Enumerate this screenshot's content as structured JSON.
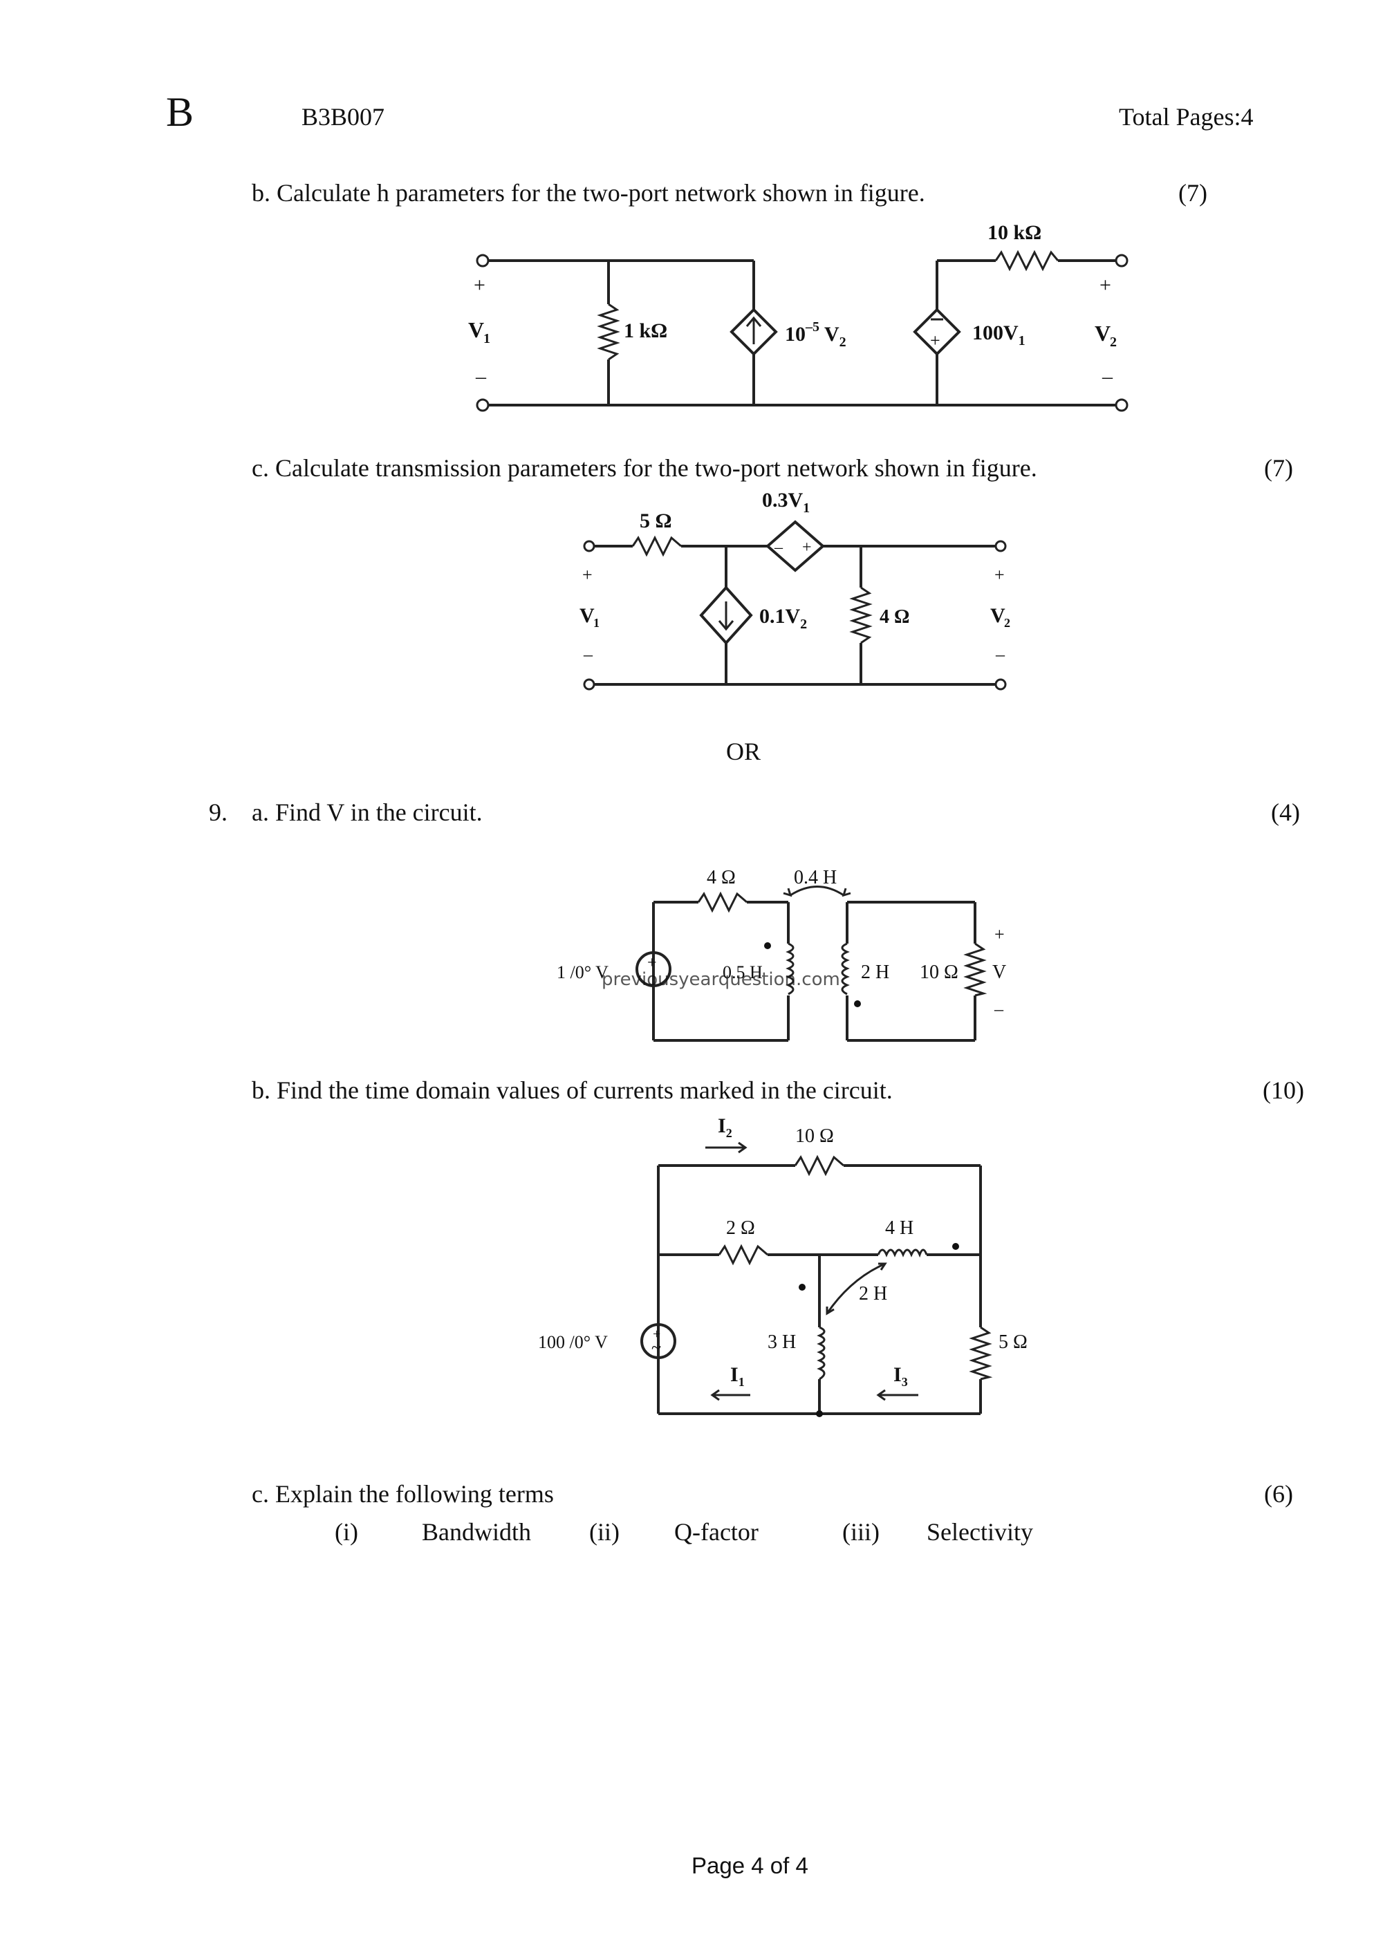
{
  "header": {
    "set_letter": "B",
    "code": "B3B007",
    "total_pages": "Total Pages:4"
  },
  "q8b": {
    "text": "b. Calculate h parameters for the two-port network shown in figure.",
    "marks": "(7)",
    "fig": {
      "r_series": "10 kΩ",
      "v1": "V",
      "v1_sub": "1",
      "r_shunt": "1 kΩ",
      "ccs_a": "10",
      "ccs_exp": "–5",
      "ccs_b": " V",
      "ccs_sub": "2",
      "vcvs_a": "100V",
      "vcvs_sub": "1",
      "v2": "V",
      "v2_sub": "2",
      "plus": "+",
      "minus": "–"
    }
  },
  "q8c": {
    "text": "c. Calculate transmission parameters for the two-port network shown in figure.",
    "marks": "(7)",
    "fig": {
      "r_series": "5 Ω",
      "vcvs_a": "0.3V",
      "vcvs_sub": "1",
      "ccs_a": "0.1V",
      "ccs_sub": "2",
      "r_shunt": "4 Ω",
      "v1": "V",
      "v1_sub": "1",
      "v2": "V",
      "v2_sub": "2",
      "plus": "+",
      "minus": "–"
    }
  },
  "or_text": "OR",
  "q9a": {
    "number": "9.",
    "text": "a. Find V in the circuit.",
    "marks": "(4)",
    "fig": {
      "r1": "4 Ω",
      "m": "0.4 H",
      "source": "1 /0° V",
      "l1": "0.5 H",
      "l2": "2 H",
      "r2": "10 Ω",
      "v": "V",
      "plus": "+",
      "minus": "–",
      "watermark": "previousyearquestion.com"
    }
  },
  "q9b": {
    "text": "b. Find the time domain values of currents marked in the circuit.",
    "marks": "(10)",
    "fig": {
      "i2": "I",
      "i2_sub": "2",
      "r_top": "10 Ω",
      "r_mid": "2 Ω",
      "l_top": "4 H",
      "m": "2 H",
      "source": "100 /0° V",
      "l_mid": "3 H",
      "r_right": "5 Ω",
      "i1": "I",
      "i1_sub": "1",
      "i3": "I",
      "i3_sub": "3"
    }
  },
  "q9c": {
    "text": "c. Explain the following terms",
    "marks": "(6)",
    "terms": [
      {
        "num": "(i)",
        "label": "Bandwidth"
      },
      {
        "num": "(ii)",
        "label": "Q-factor"
      },
      {
        "num": "(iii)",
        "label": "Selectivity"
      }
    ]
  },
  "footer": {
    "page": "Page 4 of 4"
  }
}
